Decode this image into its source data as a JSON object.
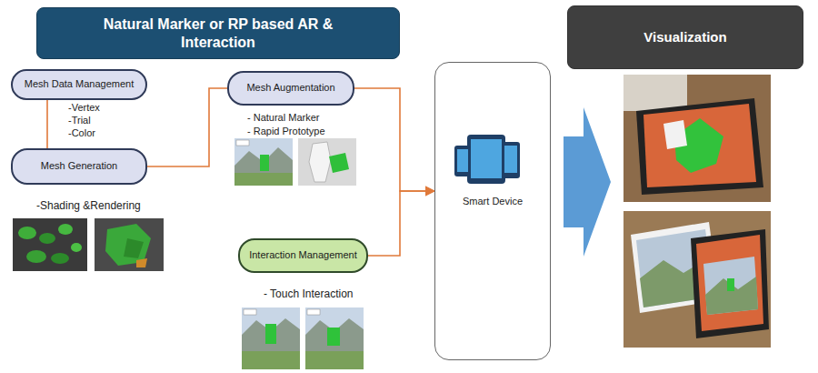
{
  "diagram": {
    "nodes": [
      {
        "text": [
          "Natural Marker or RP based AR & Interaction"
        ]
      },
      {
        "text": [
          "Mesh Data Management"
        ]
      },
      {
        "text": [
          "Mesh Augmentation"
        ]
      },
      {
        "text": [
          "Mesh Generation"
        ]
      },
      {
        "text": [
          "Interaction Management"
        ]
      },
      {
        "text": [
          "Smart Device"
        ]
      },
      {
        "text": [
          "Visualization"
        ]
      }
    ],
    "edges": [
      {
        "from": 1,
        "to": 3,
        "arrow": "none"
      },
      {
        "from": 3,
        "to": 2,
        "arrow": "none"
      },
      {
        "from": 2,
        "to": 5,
        "arrow": "to"
      },
      {
        "from": 4,
        "to": 5,
        "arrow": "to"
      }
    ],
    "labels": [
      "-Vertex",
      "-Trial",
      "-Color",
      "-Shading &Rendering",
      "- Natural Marker",
      "- Rapid Prototype",
      "- Touch Interaction"
    ]
  }
}
